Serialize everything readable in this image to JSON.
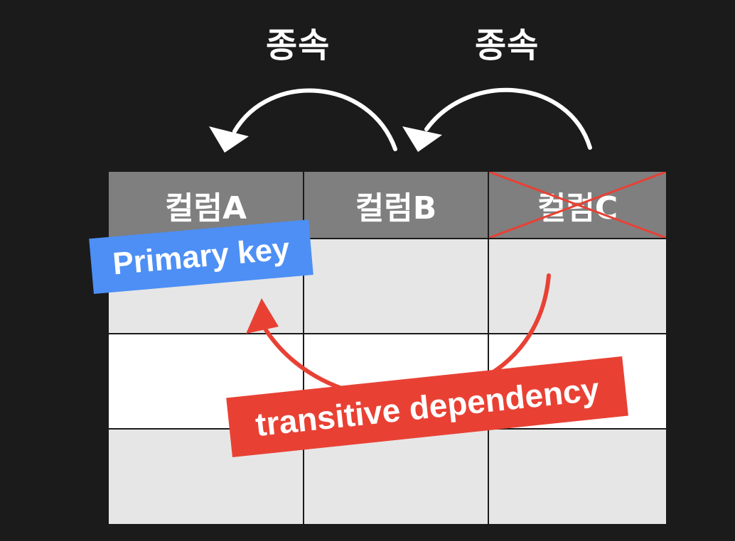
{
  "dependency_labels": {
    "left": "종속",
    "right": "종속"
  },
  "table": {
    "headers": [
      "컬럼A",
      "컬럼B",
      "컬럼C"
    ],
    "struck_column_index": 2
  },
  "tags": {
    "primary_key": "Primary key",
    "transitive": "transitive dependency"
  },
  "colors": {
    "background": "#1b1b1b",
    "header": "#7f7f7f",
    "cell_gray": "#e6e6e6",
    "cell_white": "#ffffff",
    "primary_key_tag": "#4d8ff5",
    "transitive_tag": "#e84134",
    "strike": "#e84134",
    "arrow_white": "#ffffff"
  }
}
